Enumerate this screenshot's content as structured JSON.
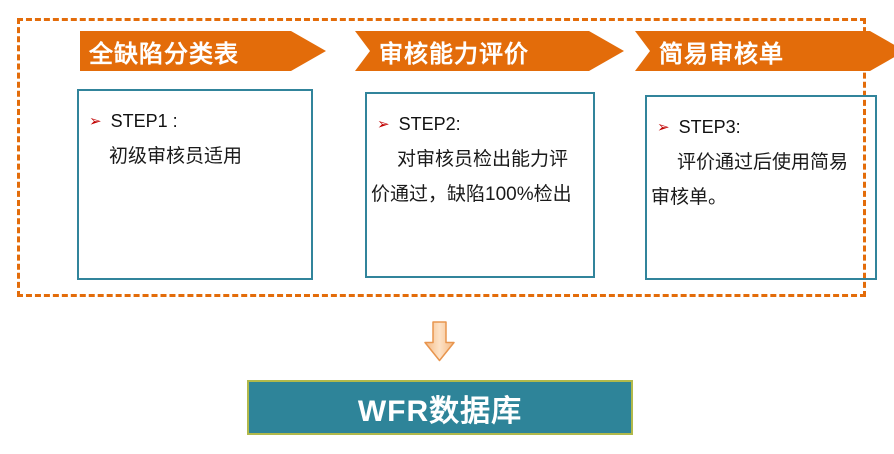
{
  "diagram": {
    "steps": [
      {
        "header": "全缺陷分类表",
        "bullet": "➢",
        "step_label": "STEP1 :",
        "body_lines": [
          "初级审核员适用"
        ]
      },
      {
        "header": "审核能力评价",
        "bullet": "➢",
        "step_label": "STEP2:",
        "body_lines": [
          "对审核员检出能力评",
          "价通过，缺陷100%检出"
        ]
      },
      {
        "header": "简易审核单",
        "bullet": "➢",
        "step_label": "STEP3:",
        "body_lines": [
          "评价通过后使用简易",
          "审核单。"
        ]
      }
    ],
    "result": {
      "label": "WFR数据库"
    },
    "colors": {
      "arrow_orange": "#E36C0A",
      "dashed_border": "#E36C0A",
      "box_border_teal": "#31849B",
      "bullet_red": "#C00000",
      "result_fill": "#2E8499",
      "result_border": "#B1B94B",
      "down_arrow_fill": "#FBCFA4",
      "down_arrow_stroke": "#E8954E",
      "header_text": "#FFFFFF",
      "result_text": "#FFFFFF"
    }
  }
}
